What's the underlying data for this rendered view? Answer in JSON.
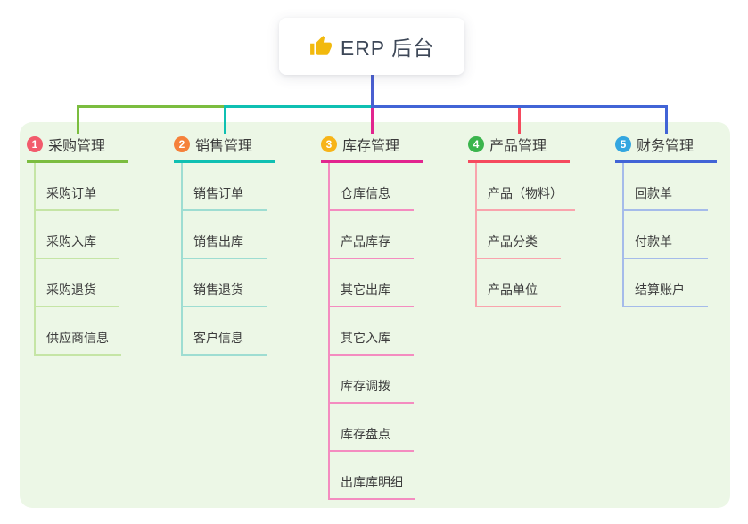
{
  "root": {
    "label": "ERP 后台",
    "icon": "thumbs-up-icon",
    "icon_color": "#f2b90d"
  },
  "colors": {
    "root_connector": "#4a5fd1",
    "panel_bg": "#ecf7e6",
    "card_bg": "#ffffff",
    "topic_text": "#3a3a3a",
    "child_text": "#3d3d3d"
  },
  "branches": [
    {
      "label": "采购管理",
      "badge": "1",
      "badge_color": "#f25b6c",
      "color": "#7bbd3f",
      "child_color": "#c5e5a5",
      "children": [
        "采购订单",
        "采购入库",
        "采购退货",
        "供应商信息"
      ]
    },
    {
      "label": "销售管理",
      "badge": "2",
      "badge_color": "#f5813b",
      "color": "#0fc0b2",
      "child_color": "#9eddd2",
      "children": [
        "销售订单",
        "销售出库",
        "销售退货",
        "客户信息"
      ]
    },
    {
      "label": "库存管理",
      "badge": "3",
      "badge_color": "#f7b418",
      "color": "#e2258f",
      "child_color": "#f48cc0",
      "children": [
        "仓库信息",
        "产品库存",
        "其它出库",
        "其它入库",
        "库存调拨",
        "库存盘点",
        "出库库明细"
      ]
    },
    {
      "label": "产品管理",
      "badge": "4",
      "badge_color": "#3bb54d",
      "color": "#f54a5e",
      "child_color": "#f9a4ad",
      "children": [
        "产品（物料）",
        "产品分类",
        "产品单位"
      ]
    },
    {
      "label": "财务管理",
      "badge": "5",
      "badge_color": "#33a6e0",
      "color": "#4164d6",
      "child_color": "#a5bbea",
      "children": [
        "回款单",
        "付款单",
        "结算账户"
      ]
    }
  ]
}
